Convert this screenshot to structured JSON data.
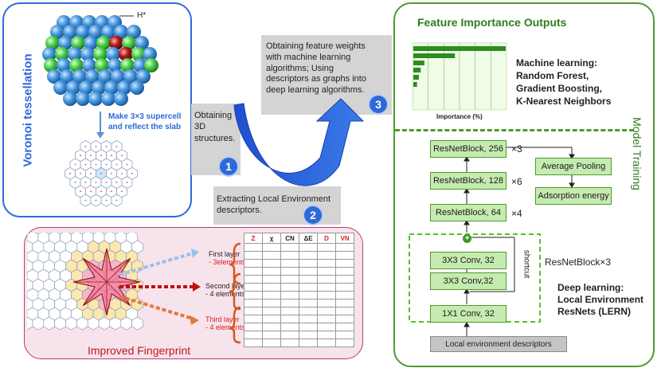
{
  "voronoi": {
    "title": "Voronoi tessellation",
    "atom_label": "H*",
    "step_text": "Make 3×3 supercell and reflect the slab"
  },
  "steps": {
    "obtaining_3d": "Obtaining 3D structures.",
    "extracting": "Extracting Local Environment descriptors.",
    "weights": "Obtaining feature weights with machine learning algorithms; Using descriptors as graphs into deep learning algorithms.",
    "n1": "1",
    "n2": "2",
    "n3": "3"
  },
  "fingerprint": {
    "title": "Improved Fingerprint",
    "columns": [
      "Z",
      "χ",
      "CN",
      "ΔE",
      "D",
      "VN"
    ],
    "column_colors": [
      "#d62020",
      "#222222",
      "#222222",
      "#222222",
      "#d62020",
      "#d62020"
    ],
    "layers": [
      {
        "name": "First layer",
        "count": "- 3elements",
        "color": "#d62020"
      },
      {
        "name": "Second layer",
        "count": "- 4 elements",
        "color": "#222222"
      },
      {
        "name": "Third layer",
        "count": "- 4 elements",
        "color": "#d62020"
      }
    ]
  },
  "feature": {
    "title": "Feature Importance Outputs",
    "axis_label": "Importance (%)",
    "ml_title": "Machine learning:",
    "ml_algos": [
      "Random Forest,",
      "Gradient Boosting,",
      "K-Nearest Neighbors"
    ],
    "chart_data": {
      "type": "bar",
      "orientation": "horizontal",
      "values": [
        1.0,
        0.45,
        0.12,
        0.08,
        0.06,
        0.04
      ],
      "xlabel": "Importance (%)"
    }
  },
  "model": {
    "side_title": "Model Training",
    "resnet_blocks": [
      "ResNetBlock, 256",
      "ResNetBlock, 128",
      "ResNetBlock, 64"
    ],
    "multipliers": [
      "×3",
      "×6",
      "×4"
    ],
    "conv_top": "3X3 Conv, 32",
    "conv_mid": "3X3 Conv,32",
    "conv_1x1": "1X1 Conv, 32",
    "shortcut": "shortcut",
    "block_label": "ResNetBlock×3",
    "plus": "+",
    "avg_pool": "Average Pooling",
    "adsorption": "Adsorption energy",
    "input": "Local environment descriptors",
    "dl_title": "Deep learning:",
    "dl_lines": [
      "Local Environment",
      "ResNets (LERN)"
    ]
  },
  "colors": {
    "blue": "#2d6ad9",
    "green": "#4e9a2c",
    "green_fill": "#c6ebb0",
    "pink": "#f7e3ec",
    "red": "#d62020"
  }
}
